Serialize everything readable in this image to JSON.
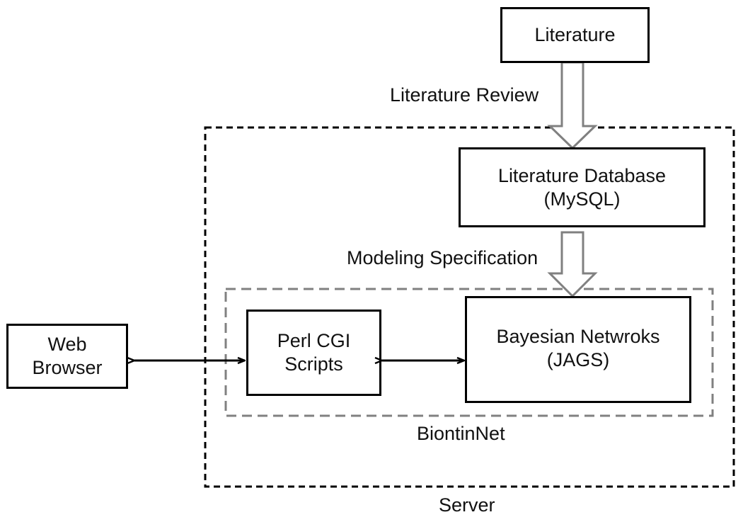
{
  "nodes": {
    "literature": {
      "text": "Literature"
    },
    "literature_database": {
      "line1": "Literature Database",
      "line2": "(MySQL)"
    },
    "bayesian_networks": {
      "line1": "Bayesian Netwroks",
      "line2": "(JAGS)"
    },
    "perl_cgi": {
      "line1": "Perl CGI",
      "line2": "Scripts"
    },
    "web_browser": {
      "line1": "Web",
      "line2": "Browser"
    }
  },
  "edges": {
    "literature_review": "Literature Review",
    "modeling_specification": "Modeling Specification"
  },
  "groups": {
    "biontinnet": "BiontinNet",
    "server": "Server"
  },
  "colors": {
    "box_border": "#000000",
    "server_border": "#000000",
    "biontinnet_border": "#808080",
    "flow_arrow": "#808080"
  }
}
